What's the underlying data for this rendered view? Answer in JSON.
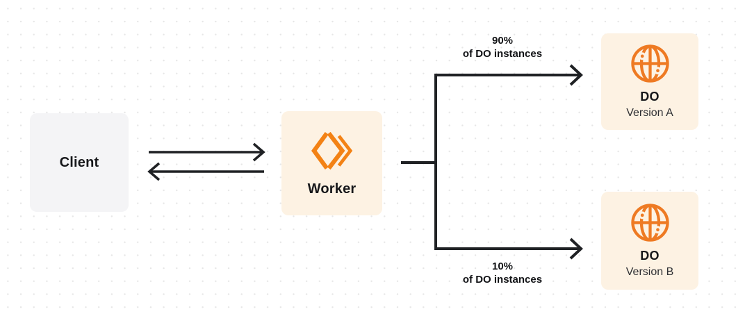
{
  "diagram": {
    "client": {
      "label": "Client"
    },
    "worker": {
      "label": "Worker"
    },
    "do_version_a": {
      "title": "DO",
      "subtitle": "Version A"
    },
    "do_version_b": {
      "title": "DO",
      "subtitle": "Version B"
    },
    "branch_top_label": {
      "line1": "90%",
      "line2": "of DO instances"
    },
    "branch_bottom_label": {
      "line1": "10%",
      "line2": "of DO instances"
    },
    "edges": {
      "client_to_worker": "request-arrow-right",
      "worker_to_client": "response-arrow-left",
      "worker_to_do_a": "split-branch-90-percent",
      "worker_to_do_b": "split-branch-10-percent"
    },
    "icons": {
      "worker_icon": "cloudflare-workers-icon",
      "do_icon": "durable-object-globe-icon"
    },
    "colors": {
      "accent_orange": "#F38215",
      "globe_orange": "#EE7A23",
      "card_cream": "#FDF2E3",
      "client_gray": "#F4F4F6",
      "arrow_dark": "#1F2124",
      "dot_grid": "#E6E6E6",
      "text_dark": "#17181B"
    }
  }
}
